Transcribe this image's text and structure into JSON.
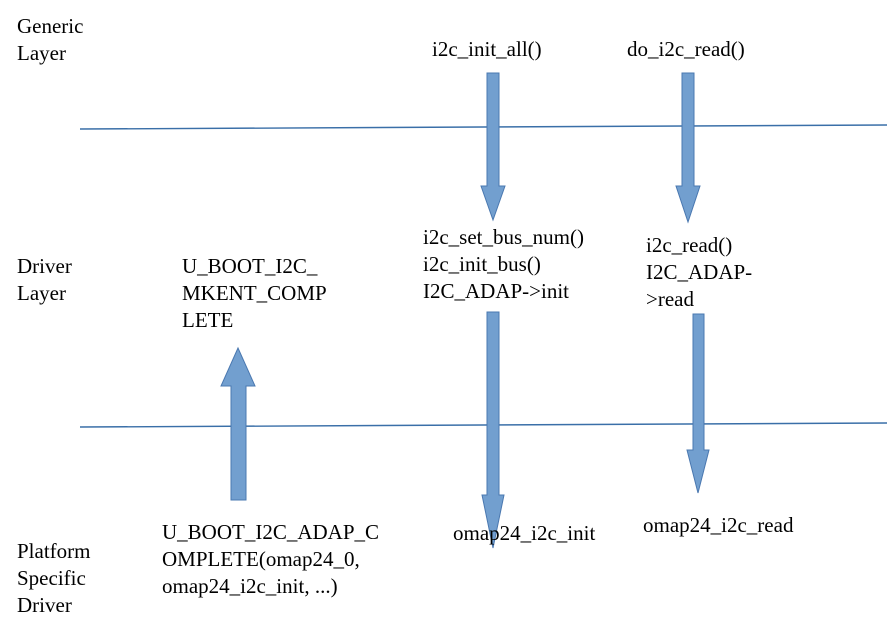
{
  "layers": {
    "generic": [
      "Generic",
      "Layer"
    ],
    "driver": [
      "Driver",
      "Layer"
    ],
    "platform": [
      "Platform",
      "Specific",
      "Driver"
    ]
  },
  "generic_calls": {
    "init": "i2c_init_all()",
    "read": "do_i2c_read()"
  },
  "driver_calls": {
    "init": [
      "i2c_set_bus_num()",
      "i2c_init_bus()",
      "I2C_ADAP->init"
    ],
    "read": [
      "i2c_read()",
      "I2C_ADAP-",
      ">read"
    ],
    "mkent": [
      "U_BOOT_I2C_",
      "MKENT_COMP",
      "LETE"
    ]
  },
  "platform_calls": {
    "adap_complete": [
      "U_BOOT_I2C_ADAP_C",
      "OMPLETE(omap24_0,",
      "omap24_i2c_init, ...)"
    ],
    "init": "omap24_i2c_init",
    "read": "omap24_i2c_read"
  },
  "colors": {
    "line": "#3a6fa8",
    "arrow_fill": "#729fcf",
    "arrow_stroke": "#4a78b0"
  }
}
